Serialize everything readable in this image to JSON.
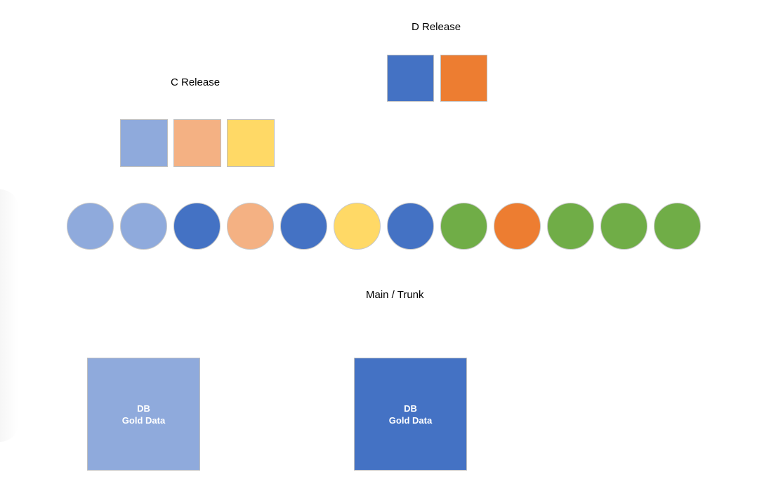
{
  "releases": {
    "d": {
      "label": "D Release",
      "items": [
        {
          "color": "#4472c4"
        },
        {
          "color": "#ed7d31"
        }
      ]
    },
    "c": {
      "label": "C Release",
      "items": [
        {
          "color": "#8faadc"
        },
        {
          "color": "#f4b183"
        },
        {
          "color": "#ffd966"
        }
      ]
    }
  },
  "trunk": {
    "label": "Main / Trunk",
    "commits": [
      {
        "color": "#8faadc"
      },
      {
        "color": "#8faadc"
      },
      {
        "color": "#4472c4"
      },
      {
        "color": "#f4b183"
      },
      {
        "color": "#4472c4"
      },
      {
        "color": "#ffd966"
      },
      {
        "color": "#4472c4"
      },
      {
        "color": "#70ad47"
      },
      {
        "color": "#ed7d31"
      },
      {
        "color": "#70ad47"
      },
      {
        "color": "#70ad47"
      },
      {
        "color": "#70ad47"
      }
    ]
  },
  "databases": [
    {
      "line1": "DB",
      "line2": "Gold Data",
      "color": "#8faadc"
    },
    {
      "line1": "DB",
      "line2": "Gold Data",
      "color": "#4472c4"
    }
  ]
}
